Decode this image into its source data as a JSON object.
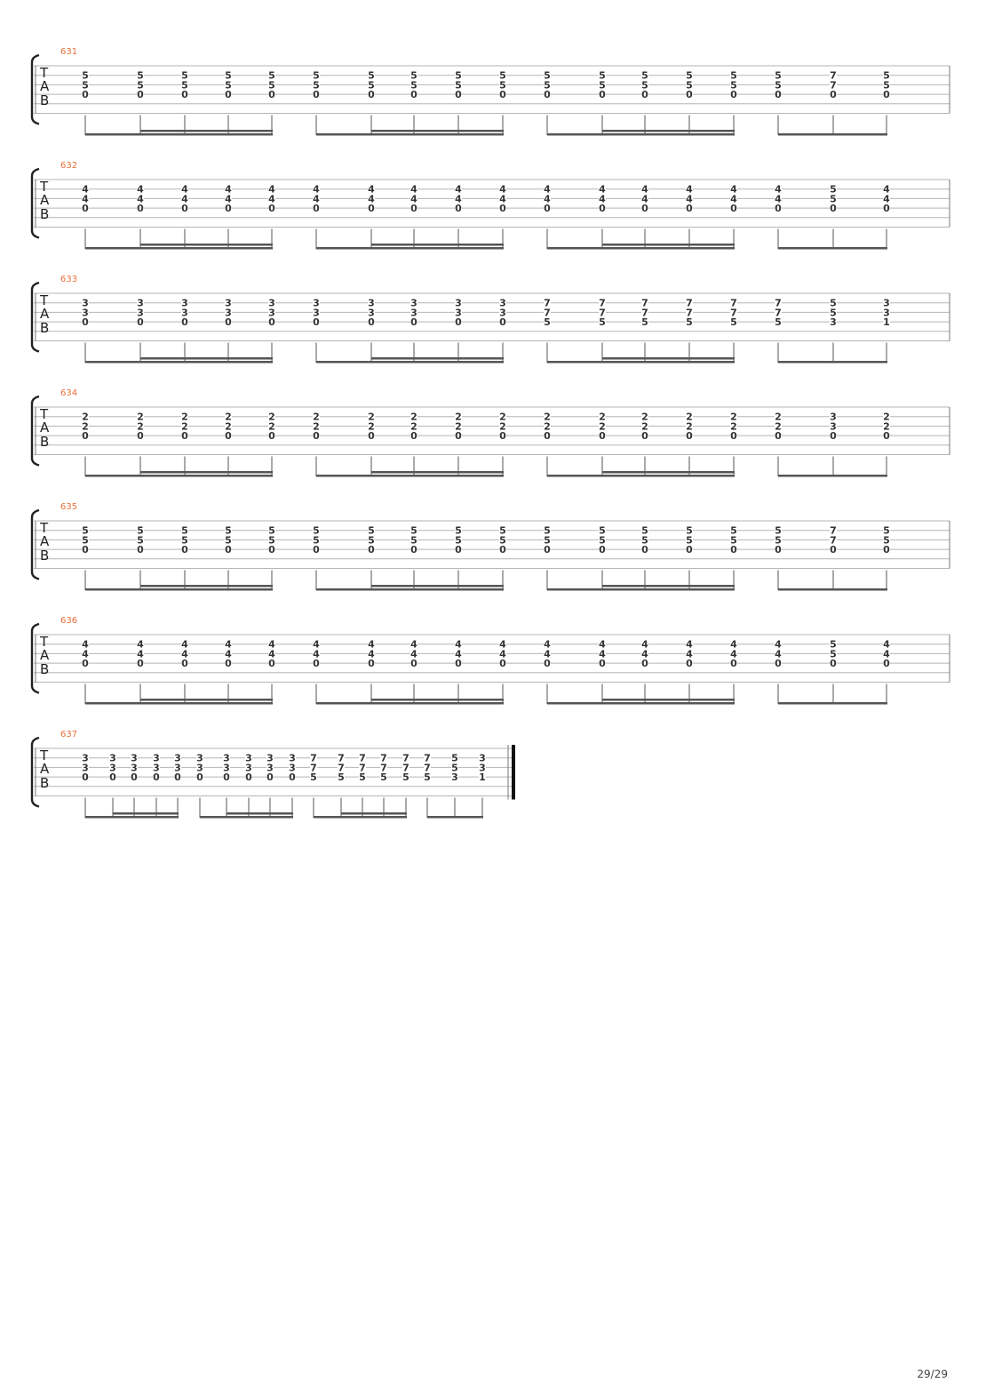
{
  "page": {
    "number_label": "29/29"
  },
  "systems": [
    {
      "measure": "631",
      "beats": [
        [
          "5",
          "5",
          "0"
        ],
        [
          "5",
          "5",
          "0"
        ],
        [
          "5",
          "5",
          "0"
        ],
        [
          "5",
          "5",
          "0"
        ],
        [
          "5",
          "5",
          "0"
        ],
        [
          "5",
          "5",
          "0"
        ],
        [
          "5",
          "5",
          "0"
        ],
        [
          "5",
          "5",
          "0"
        ],
        [
          "5",
          "5",
          "0"
        ],
        [
          "5",
          "5",
          "0"
        ],
        [
          "5",
          "5",
          "0"
        ],
        [
          "5",
          "5",
          "0"
        ],
        [
          "5",
          "5",
          "0"
        ],
        [
          "5",
          "5",
          "0"
        ],
        [
          "5",
          "5",
          "0"
        ],
        [
          "5",
          "5",
          "0"
        ],
        [
          "7",
          "7",
          "0"
        ],
        [
          "5",
          "5",
          "0"
        ]
      ]
    },
    {
      "measure": "632",
      "beats": [
        [
          "4",
          "4",
          "0"
        ],
        [
          "4",
          "4",
          "0"
        ],
        [
          "4",
          "4",
          "0"
        ],
        [
          "4",
          "4",
          "0"
        ],
        [
          "4",
          "4",
          "0"
        ],
        [
          "4",
          "4",
          "0"
        ],
        [
          "4",
          "4",
          "0"
        ],
        [
          "4",
          "4",
          "0"
        ],
        [
          "4",
          "4",
          "0"
        ],
        [
          "4",
          "4",
          "0"
        ],
        [
          "4",
          "4",
          "0"
        ],
        [
          "4",
          "4",
          "0"
        ],
        [
          "4",
          "4",
          "0"
        ],
        [
          "4",
          "4",
          "0"
        ],
        [
          "4",
          "4",
          "0"
        ],
        [
          "4",
          "4",
          "0"
        ],
        [
          "5",
          "5",
          "0"
        ],
        [
          "4",
          "4",
          "0"
        ]
      ]
    },
    {
      "measure": "633",
      "beats": [
        [
          "3",
          "3",
          "0"
        ],
        [
          "3",
          "3",
          "0"
        ],
        [
          "3",
          "3",
          "0"
        ],
        [
          "3",
          "3",
          "0"
        ],
        [
          "3",
          "3",
          "0"
        ],
        [
          "3",
          "3",
          "0"
        ],
        [
          "3",
          "3",
          "0"
        ],
        [
          "3",
          "3",
          "0"
        ],
        [
          "3",
          "3",
          "0"
        ],
        [
          "3",
          "3",
          "0"
        ],
        [
          "7",
          "7",
          "5"
        ],
        [
          "7",
          "7",
          "5"
        ],
        [
          "7",
          "7",
          "5"
        ],
        [
          "7",
          "7",
          "5"
        ],
        [
          "7",
          "7",
          "5"
        ],
        [
          "7",
          "7",
          "5"
        ],
        [
          "5",
          "5",
          "3"
        ],
        [
          "3",
          "3",
          "1"
        ]
      ]
    },
    {
      "measure": "634",
      "beats": [
        [
          "2",
          "2",
          "0"
        ],
        [
          "2",
          "2",
          "0"
        ],
        [
          "2",
          "2",
          "0"
        ],
        [
          "2",
          "2",
          "0"
        ],
        [
          "2",
          "2",
          "0"
        ],
        [
          "2",
          "2",
          "0"
        ],
        [
          "2",
          "2",
          "0"
        ],
        [
          "2",
          "2",
          "0"
        ],
        [
          "2",
          "2",
          "0"
        ],
        [
          "2",
          "2",
          "0"
        ],
        [
          "2",
          "2",
          "0"
        ],
        [
          "2",
          "2",
          "0"
        ],
        [
          "2",
          "2",
          "0"
        ],
        [
          "2",
          "2",
          "0"
        ],
        [
          "2",
          "2",
          "0"
        ],
        [
          "2",
          "2",
          "0"
        ],
        [
          "3",
          "3",
          "0"
        ],
        [
          "2",
          "2",
          "0"
        ]
      ]
    },
    {
      "measure": "635",
      "beats": [
        [
          "5",
          "5",
          "0"
        ],
        [
          "5",
          "5",
          "0"
        ],
        [
          "5",
          "5",
          "0"
        ],
        [
          "5",
          "5",
          "0"
        ],
        [
          "5",
          "5",
          "0"
        ],
        [
          "5",
          "5",
          "0"
        ],
        [
          "5",
          "5",
          "0"
        ],
        [
          "5",
          "5",
          "0"
        ],
        [
          "5",
          "5",
          "0"
        ],
        [
          "5",
          "5",
          "0"
        ],
        [
          "5",
          "5",
          "0"
        ],
        [
          "5",
          "5",
          "0"
        ],
        [
          "5",
          "5",
          "0"
        ],
        [
          "5",
          "5",
          "0"
        ],
        [
          "5",
          "5",
          "0"
        ],
        [
          "5",
          "5",
          "0"
        ],
        [
          "7",
          "7",
          "0"
        ],
        [
          "5",
          "5",
          "0"
        ]
      ]
    },
    {
      "measure": "636",
      "beats": [
        [
          "4",
          "4",
          "0"
        ],
        [
          "4",
          "4",
          "0"
        ],
        [
          "4",
          "4",
          "0"
        ],
        [
          "4",
          "4",
          "0"
        ],
        [
          "4",
          "4",
          "0"
        ],
        [
          "4",
          "4",
          "0"
        ],
        [
          "4",
          "4",
          "0"
        ],
        [
          "4",
          "4",
          "0"
        ],
        [
          "4",
          "4",
          "0"
        ],
        [
          "4",
          "4",
          "0"
        ],
        [
          "4",
          "4",
          "0"
        ],
        [
          "4",
          "4",
          "0"
        ],
        [
          "4",
          "4",
          "0"
        ],
        [
          "4",
          "4",
          "0"
        ],
        [
          "4",
          "4",
          "0"
        ],
        [
          "4",
          "4",
          "0"
        ],
        [
          "5",
          "5",
          "0"
        ],
        [
          "4",
          "4",
          "0"
        ]
      ]
    },
    {
      "measure": "637",
      "beats": [
        [
          "3",
          "3",
          "0"
        ],
        [
          "3",
          "3",
          "0"
        ],
        [
          "3",
          "3",
          "0"
        ],
        [
          "3",
          "3",
          "0"
        ],
        [
          "3",
          "3",
          "0"
        ],
        [
          "3",
          "3",
          "0"
        ],
        [
          "3",
          "3",
          "0"
        ],
        [
          "3",
          "3",
          "0"
        ],
        [
          "3",
          "3",
          "0"
        ],
        [
          "3",
          "3",
          "0"
        ],
        [
          "7",
          "7",
          "5"
        ],
        [
          "7",
          "7",
          "5"
        ],
        [
          "7",
          "7",
          "5"
        ],
        [
          "7",
          "7",
          "5"
        ],
        [
          "7",
          "7",
          "5"
        ],
        [
          "7",
          "7",
          "5"
        ],
        [
          "5",
          "5",
          "3"
        ],
        [
          "3",
          "3",
          "1"
        ]
      ]
    }
  ],
  "tab_clef": [
    "T",
    "A",
    "B"
  ]
}
